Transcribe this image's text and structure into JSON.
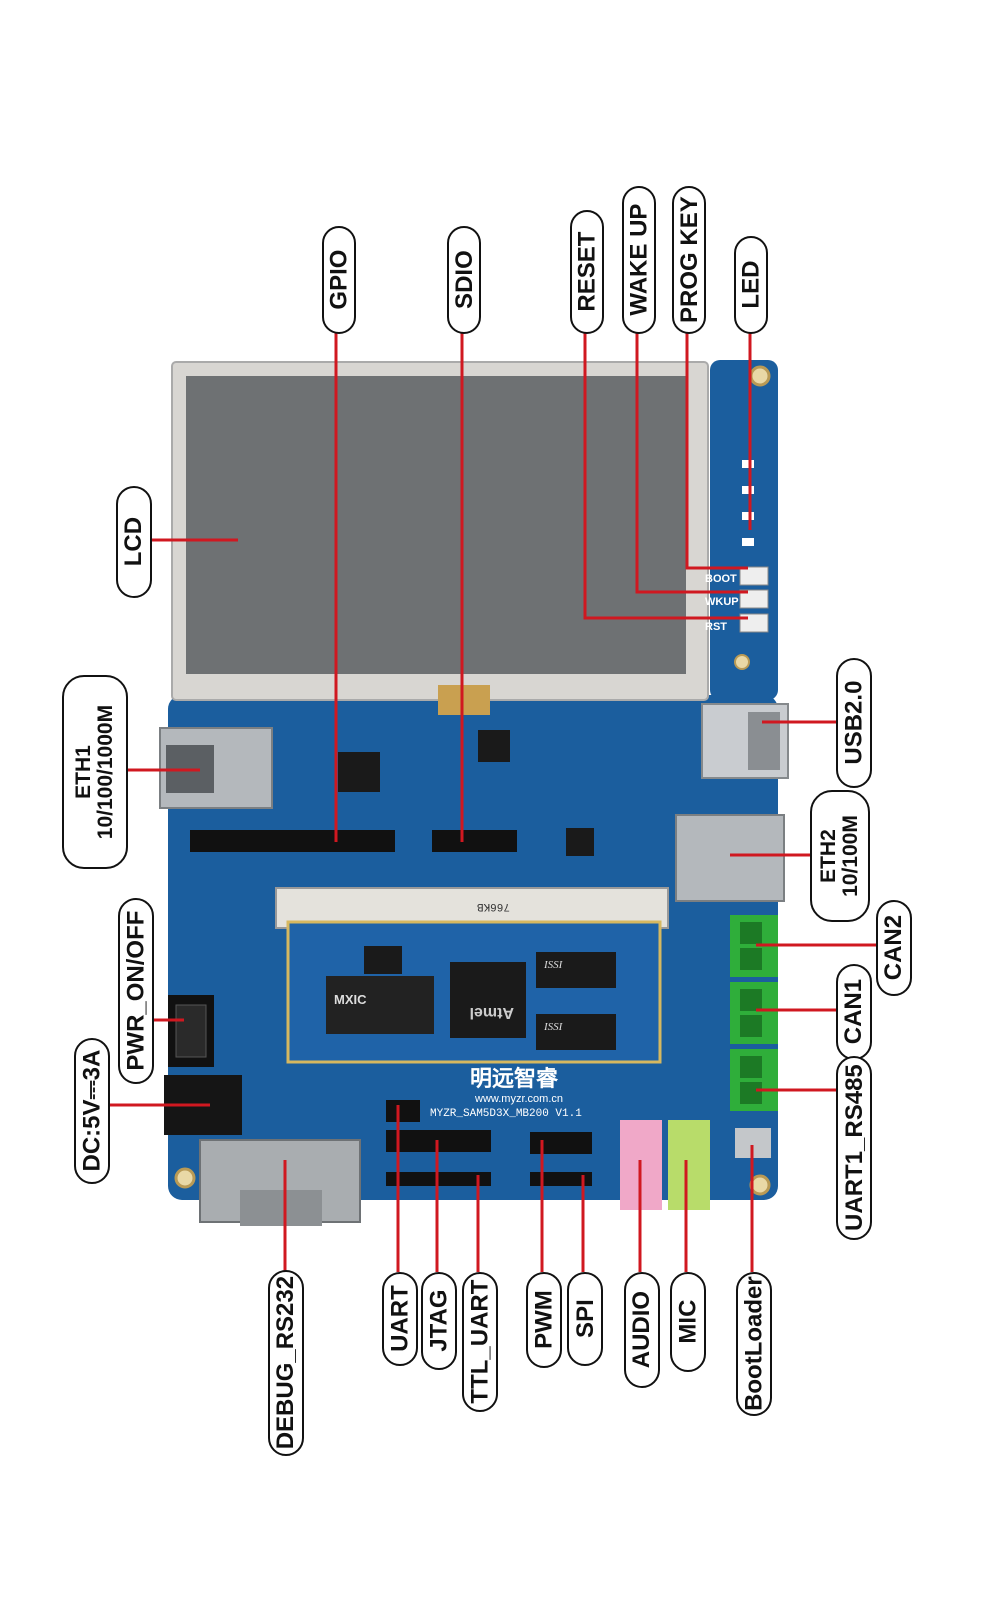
{
  "board": {
    "brand_cn": "明远智睿",
    "website": "www.myzr.com.cn",
    "model": "MYZR_SAM5D3X_MB200  V1.1",
    "som_chip_text": "766KB",
    "chip_atmel": "Atmel",
    "chip_issi": "ISSI",
    "chip_mxic": "MXIC",
    "silk_boot": "BOOT",
    "silk_wkup": "WKUP",
    "silk_rst": "RST"
  },
  "labels": {
    "gpio": "GPIO",
    "sdio": "SDIO",
    "reset": "RESET",
    "wake_up": "WAKE UP",
    "prog_key": "PROG KEY",
    "led": "LED",
    "lcd": "LCD",
    "eth1_a": "ETH1",
    "eth1_b": "10/100/1000M",
    "usb": "USB2.0",
    "eth2_a": "ETH2",
    "eth2_b": "10/100M",
    "can2": "CAN2",
    "can1": "CAN1",
    "uart1": "UART1_RS485",
    "pwr": "PWR_ON/OFF",
    "dc": "DC:5V⎓3A",
    "debug": "DEBUG_RS232",
    "uart": "UART",
    "jtag": "JTAG",
    "ttl": "TTL_UART",
    "pwm": "PWM",
    "spi": "SPI",
    "audio": "AUDIO",
    "mic": "MIC",
    "bootloader": "BootLoader"
  },
  "colors": {
    "pcb": "#1b5e9e",
    "pcb_dark": "#134a80",
    "leader": "#d01820",
    "terminal": "#2fae3a",
    "audio_jack": "#f0a8c8",
    "mic_jack": "#b8dc6a"
  }
}
